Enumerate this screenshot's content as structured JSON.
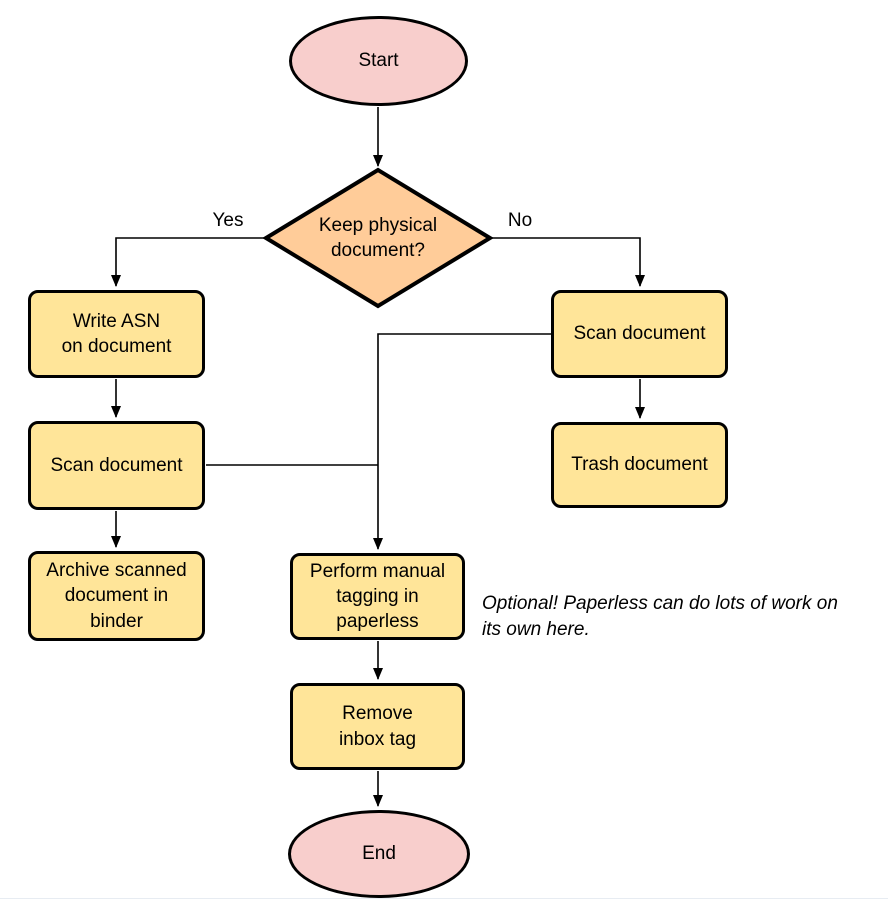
{
  "colors": {
    "terminal-fill": "#f8cecc",
    "decision-fill": "#ffcc99",
    "process-fill": "#ffe599",
    "stroke": "#000000",
    "bottom-rule": "#e7ecf2"
  },
  "nodes": {
    "start": {
      "label": "Start"
    },
    "decision": {
      "label": "Keep physical\ndocument?"
    },
    "write_asn": {
      "label": "Write ASN\non document"
    },
    "scan_left": {
      "label": "Scan document"
    },
    "archive": {
      "label": "Archive scanned\ndocument in\nbinder"
    },
    "scan_right": {
      "label": "Scan document"
    },
    "trash": {
      "label": "Trash document"
    },
    "tagging": {
      "label": "Perform manual\ntagging in\npaperless"
    },
    "remove_inbox": {
      "label": "Remove\ninbox tag"
    },
    "end": {
      "label": "End"
    }
  },
  "edges": {
    "yes_label": "Yes",
    "no_label": "No"
  },
  "note": {
    "text": "Optional! Paperless can do lots of work on\nits own here."
  }
}
